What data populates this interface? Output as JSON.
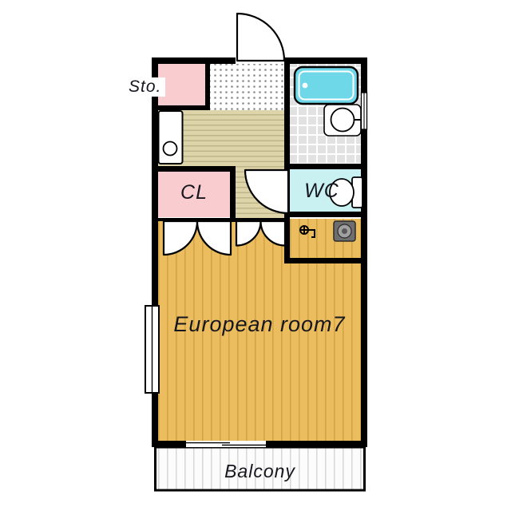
{
  "labels": {
    "storage": "Sto.",
    "closet": "CL",
    "wc": "WC",
    "main_room": "European room7",
    "balcony": "Balcony"
  },
  "icons": [
    "bathtub-icon",
    "washbasin-icon",
    "toilet-icon",
    "kitchen-sink-icon",
    "laundry-faucet-icon",
    "washing-machine-icon",
    "entrance-door-arc",
    "wc-door-arc",
    "closet-door-arcs",
    "room-door-arcs",
    "window-icon",
    "balcony-sliding-door-icon"
  ],
  "colors": {
    "wall": "#000000",
    "storage_fill": "#f9cdd0",
    "closet_fill": "#f9cdd0",
    "wc_room_fill": "#c9f1f1",
    "bathtub_fill": "#6fd8e8",
    "main_room_floor": "#ecbd5f",
    "main_room_stripe": "#d2a445",
    "hallway_floor": "#ddd4a9",
    "hallway_stripe": "#bdb388",
    "bath_floor": "#e2e2e2",
    "balcony_stripe": "#d7d7d7"
  }
}
